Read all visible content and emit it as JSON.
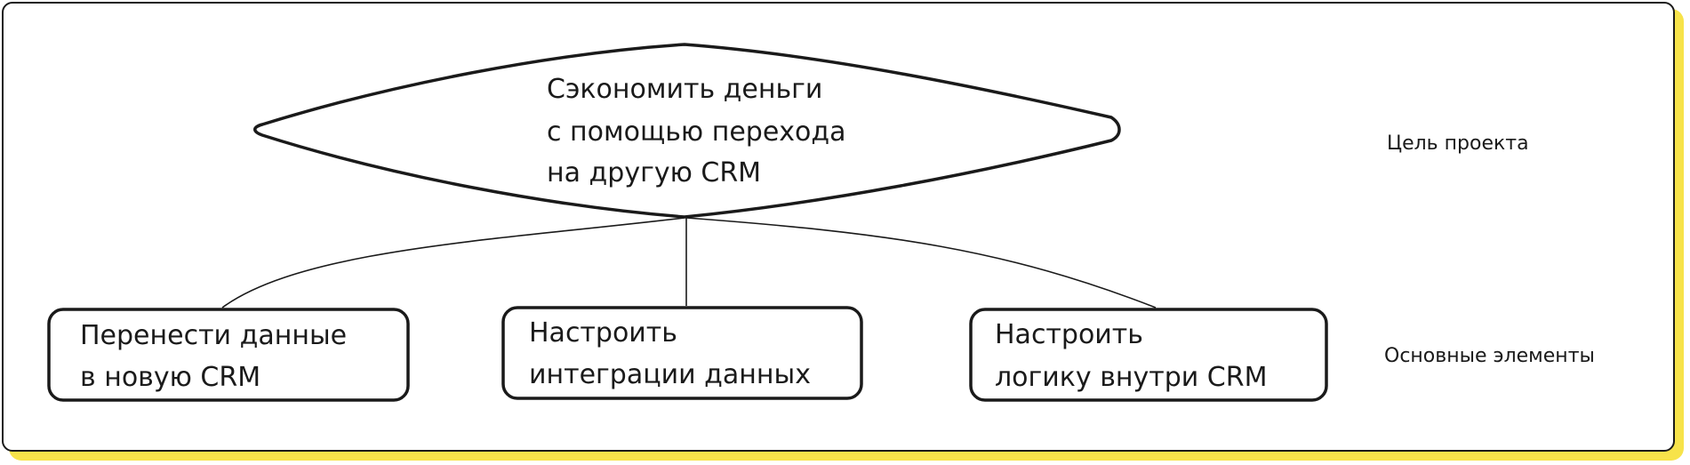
{
  "colors": {
    "accent_shadow": "#f7e34a",
    "stroke": "#1a1a1a",
    "background": "#ffffff"
  },
  "goal": {
    "shape": "diamond",
    "lines": [
      "Сэкономить деньги",
      "с помощью перехода",
      "на другую CRM"
    ]
  },
  "elements": [
    {
      "lines": [
        "Перенести данные",
        "в новую CRM"
      ]
    },
    {
      "lines": [
        "Настроить",
        "интеграции данных"
      ]
    },
    {
      "lines": [
        "Настроить",
        "логику внутри CRM"
      ]
    }
  ],
  "side_labels": {
    "goal": "Цель проекта",
    "elements": "Основные элементы"
  }
}
